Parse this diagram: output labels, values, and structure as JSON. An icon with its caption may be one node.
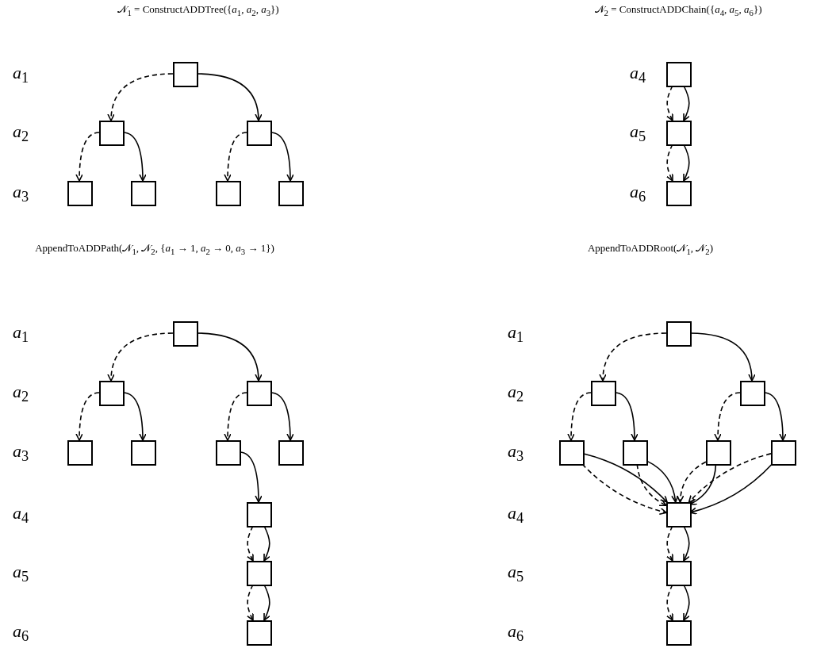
{
  "diagram": {
    "nodes": [
      {
        "text": [],
        "shape": "box"
      },
      {
        "text": [],
        "shape": "box"
      },
      {
        "text": [],
        "shape": "box"
      },
      {
        "text": [],
        "shape": "box"
      },
      {
        "text": [],
        "shape": "box"
      },
      {
        "text": [],
        "shape": "box"
      },
      {
        "text": [],
        "shape": "box"
      },
      {
        "text": [],
        "shape": "box"
      },
      {
        "text": [],
        "shape": "box"
      },
      {
        "text": [],
        "shape": "box"
      },
      {
        "text": [],
        "shape": "box"
      },
      {
        "text": [],
        "shape": "box"
      },
      {
        "text": [],
        "shape": "box"
      },
      {
        "text": [],
        "shape": "box"
      },
      {
        "text": [],
        "shape": "box"
      },
      {
        "text": [],
        "shape": "box"
      },
      {
        "text": [],
        "shape": "box"
      },
      {
        "text": [],
        "shape": "box"
      },
      {
        "text": [],
        "shape": "box"
      },
      {
        "text": [],
        "shape": "box"
      },
      {
        "text": [],
        "shape": "box"
      },
      {
        "text": [],
        "shape": "box"
      },
      {
        "text": [],
        "shape": "box"
      },
      {
        "text": [],
        "shape": "box"
      },
      {
        "text": [],
        "shape": "box"
      },
      {
        "text": [],
        "shape": "box"
      },
      {
        "text": [],
        "shape": "box"
      },
      {
        "text": [],
        "shape": "box"
      },
      {
        "text": [],
        "shape": "box"
      },
      {
        "text": [],
        "shape": "box"
      }
    ],
    "edges": [
      {
        "from": 0,
        "to": 1,
        "arrow": "to",
        "style": "dashed"
      },
      {
        "from": 0,
        "to": 2,
        "arrow": "to"
      },
      {
        "from": 1,
        "to": 3,
        "arrow": "to",
        "style": "dashed"
      },
      {
        "from": 1,
        "to": 4,
        "arrow": "to"
      },
      {
        "from": 2,
        "to": 5,
        "arrow": "to",
        "style": "dashed"
      },
      {
        "from": 2,
        "to": 6,
        "arrow": "to"
      },
      {
        "from": 7,
        "to": 8,
        "arrow": "to",
        "style": "dashed"
      },
      {
        "from": 7,
        "to": 8,
        "arrow": "to"
      },
      {
        "from": 8,
        "to": 9,
        "arrow": "to",
        "style": "dashed"
      },
      {
        "from": 8,
        "to": 9,
        "arrow": "to"
      },
      {
        "from": 10,
        "to": 11,
        "arrow": "to",
        "style": "dashed"
      },
      {
        "from": 10,
        "to": 12,
        "arrow": "to"
      },
      {
        "from": 11,
        "to": 13,
        "arrow": "to",
        "style": "dashed"
      },
      {
        "from": 11,
        "to": 14,
        "arrow": "to"
      },
      {
        "from": 12,
        "to": 15,
        "arrow": "to",
        "style": "dashed"
      },
      {
        "from": 12,
        "to": 16,
        "arrow": "to"
      },
      {
        "from": 15,
        "to": 17,
        "arrow": "to"
      },
      {
        "from": 17,
        "to": 18,
        "arrow": "to",
        "style": "dashed"
      },
      {
        "from": 17,
        "to": 18,
        "arrow": "to"
      },
      {
        "from": 18,
        "to": 19,
        "arrow": "to",
        "style": "dashed"
      },
      {
        "from": 18,
        "to": 19,
        "arrow": "to"
      },
      {
        "from": 20,
        "to": 21,
        "arrow": "to",
        "style": "dashed"
      },
      {
        "from": 20,
        "to": 22,
        "arrow": "to"
      },
      {
        "from": 21,
        "to": 23,
        "arrow": "to",
        "style": "dashed"
      },
      {
        "from": 21,
        "to": 24,
        "arrow": "to"
      },
      {
        "from": 22,
        "to": 25,
        "arrow": "to",
        "style": "dashed"
      },
      {
        "from": 22,
        "to": 26,
        "arrow": "to"
      },
      {
        "from": 23,
        "to": 27,
        "arrow": "to",
        "style": "dashed"
      },
      {
        "from": 23,
        "to": 27,
        "arrow": "to"
      },
      {
        "from": 24,
        "to": 27,
        "arrow": "to",
        "style": "dashed"
      },
      {
        "from": 24,
        "to": 27,
        "arrow": "to"
      },
      {
        "from": 25,
        "to": 27,
        "arrow": "to",
        "style": "dashed"
      },
      {
        "from": 25,
        "to": 27,
        "arrow": "to"
      },
      {
        "from": 26,
        "to": 27,
        "arrow": "to",
        "style": "dashed"
      },
      {
        "from": 26,
        "to": 27,
        "arrow": "to"
      },
      {
        "from": 27,
        "to": 28,
        "arrow": "to",
        "style": "dashed"
      },
      {
        "from": 27,
        "to": 28,
        "arrow": "to"
      },
      {
        "from": 28,
        "to": 29,
        "arrow": "to",
        "style": "dashed"
      },
      {
        "from": 28,
        "to": 29,
        "arrow": "to"
      }
    ],
    "labels": [
      "𝒩$_{1}$ = ConstructADDTree({*a*$_{1}$, *a*$_{2}$, *a*$_{3}$})",
      "𝒩$_{2}$ = ConstructADDChain({*a*$_{4}$, *a*$_{5}$, *a*$_{6}$})",
      "*a*$_{1}$",
      "*a*$_{2}$",
      "*a*$_{3}$",
      "*a*$_{4}$",
      "*a*$_{5}$",
      "*a*$_{6}$",
      "AppendToADDPath(𝒩$_{1}$, 𝒩$_{2}$, {*a*$_{1}$ → 1, *a*$_{2}$ → 0, *a*$_{3}$ → 1})",
      "AppendToADDRoot(𝒩$_{1}$, 𝒩$_{2}$)",
      "*a*$_{1}$",
      "*a*$_{2}$",
      "*a*$_{3}$",
      "*a*$_{4}$",
      "*a*$_{5}$",
      "*a*$_{6}$",
      "*a*$_{1}$",
      "*a*$_{2}$",
      "*a*$_{3}$",
      "*a*$_{4}$",
      "*a*$_{5}$",
      "*a*$_{6}$"
    ]
  }
}
